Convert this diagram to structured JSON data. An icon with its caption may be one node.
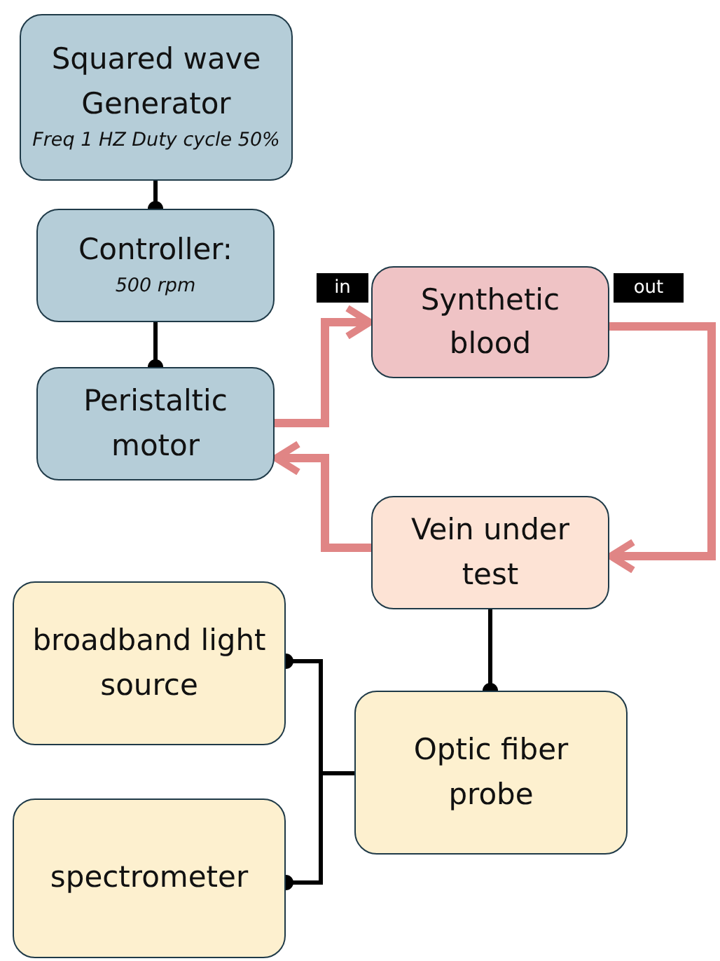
{
  "diagram": {
    "nodes": [
      {
        "text": [
          "Squared wave Generator",
          "Freq 1 HZ Duty cycle 50%"
        ]
      },
      {
        "text": [
          "Controller:",
          "500 rpm"
        ]
      },
      {
        "text": [
          "Peristaltic motor"
        ]
      },
      {
        "text": [
          "Synthetic blood"
        ]
      },
      {
        "text": [
          "Vein under test"
        ]
      },
      {
        "text": [
          "broadband light source"
        ]
      },
      {
        "text": [
          "Optic fiber probe"
        ]
      },
      {
        "text": [
          "spectrometer"
        ]
      }
    ],
    "edges": [
      {
        "from": 0,
        "to": 1,
        "arrow": "other"
      },
      {
        "from": 1,
        "to": 2,
        "arrow": "other"
      },
      {
        "from": 2,
        "to": 3,
        "arrow": "to",
        "style": "thick",
        "color": "#e08585"
      },
      {
        "from": 3,
        "to": 4,
        "arrow": "to",
        "style": "thick",
        "color": "#e08585"
      },
      {
        "from": 4,
        "to": 2,
        "arrow": "to",
        "style": "thick",
        "color": "#e08585"
      },
      {
        "from": 4,
        "to": 6,
        "arrow": "other"
      },
      {
        "from": 6,
        "to": 5,
        "arrow": "other"
      },
      {
        "from": 6,
        "to": 7,
        "arrow": "other"
      }
    ],
    "labels": [
      "in",
      "out"
    ]
  }
}
